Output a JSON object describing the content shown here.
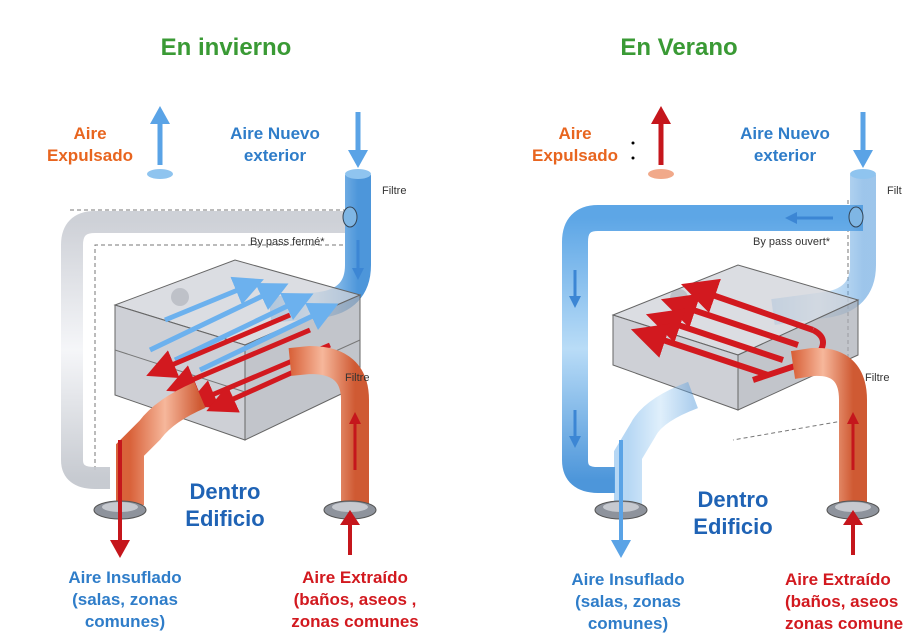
{
  "colors": {
    "title": "#3a9a35",
    "orange": "#e8651f",
    "blue": "#2f7dc9",
    "red": "#d2191f",
    "dark_blue": "#1f63b5"
  },
  "winter": {
    "title": "En invierno",
    "exhaust_label": [
      "Aire",
      "Expulsado"
    ],
    "fresh_label": [
      "Aire Nuevo",
      "exterior"
    ],
    "filter_top": "Filtre",
    "bypass": "By pass fermé*",
    "filter_side": "Filtre",
    "inside_label": [
      "Dentro",
      "Edificio"
    ],
    "supply_label": [
      "Aire Insuflado",
      "(salas, zonas",
      "comunes)"
    ],
    "extract_label": [
      "Aire Extraído",
      "(baños, aseos ,",
      "zonas comunes"
    ]
  },
  "summer": {
    "title": "En Verano",
    "exhaust_label": [
      "Aire",
      "Expulsado"
    ],
    "fresh_label": [
      "Aire Nuevo",
      "exterior"
    ],
    "filter_top": "Filt",
    "bypass": "By pass ouvert*",
    "filter_side": "Filtre",
    "inside_label": [
      "Dentro",
      "Edificio"
    ],
    "supply_label": [
      "Aire Insuflado",
      "(salas, zonas",
      "comunes)"
    ],
    "extract_label": [
      "Aire Extraído",
      "(baños, aseos",
      "zonas comune"
    ]
  }
}
